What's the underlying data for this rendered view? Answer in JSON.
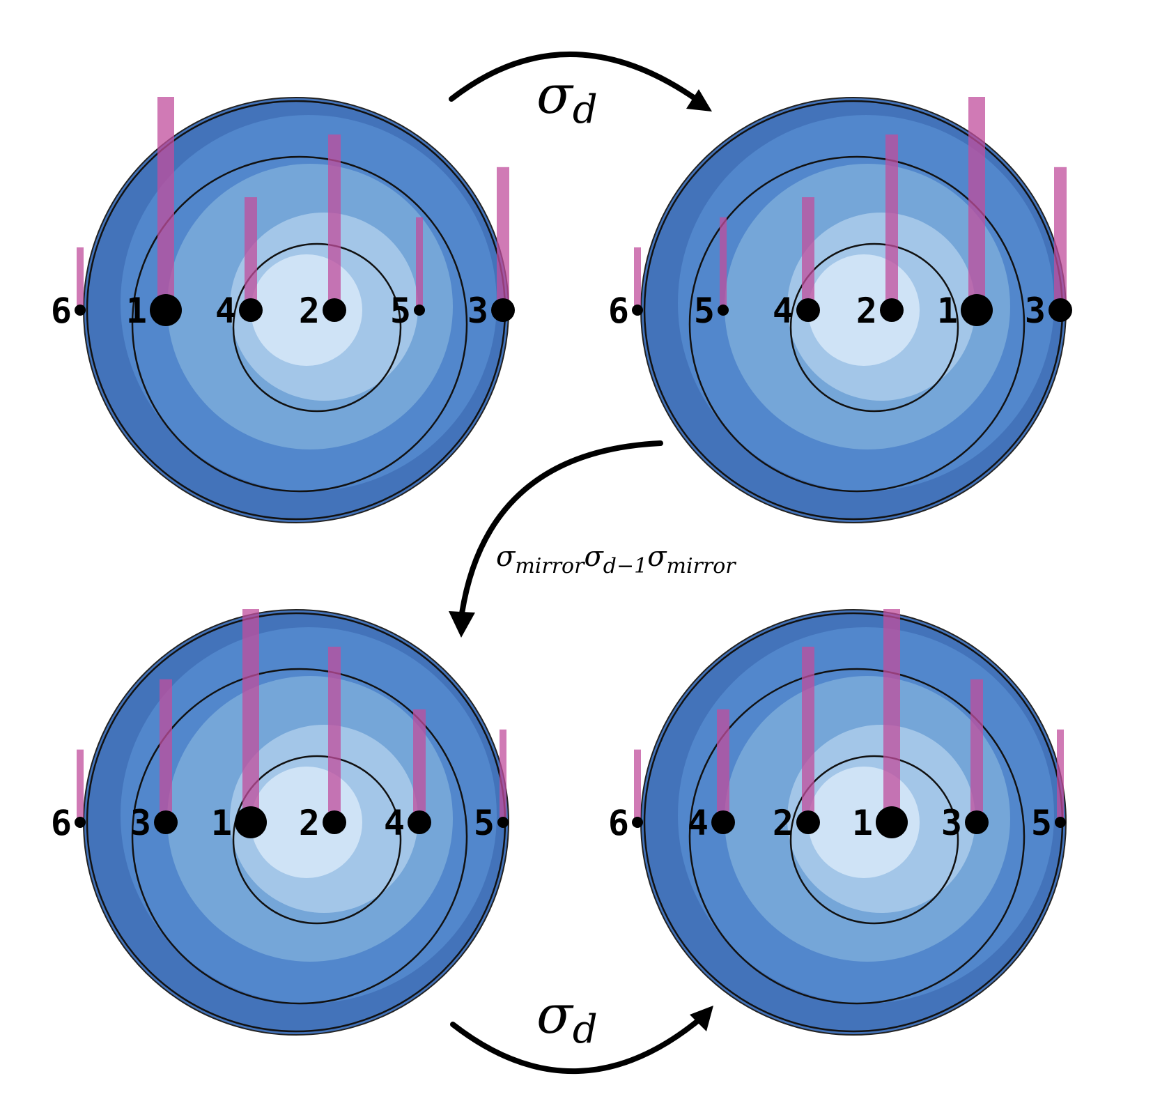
{
  "colors": {
    "background": "#ffffff",
    "disk_ring_outer": "#4373ba",
    "disk_ring_middle": "#5287cc",
    "disk_ring_inner": "#75a6d8",
    "disk_center": "#cfe3f6",
    "bar": "#c04e9c",
    "ink": "#000000"
  },
  "transforms": {
    "top": {
      "symbol": "σ",
      "subscript": "d"
    },
    "middle": {
      "terms": [
        {
          "symbol": "σ",
          "subscript": "mirror"
        },
        {
          "symbol": "σ",
          "subscript": "d−1"
        },
        {
          "symbol": "σ",
          "subscript": "mirror"
        }
      ]
    },
    "bottom": {
      "symbol": "σ",
      "subscript": "d"
    }
  },
  "panels": [
    {
      "id": "top-left",
      "points": [
        {
          "label": "6",
          "dot": "small",
          "bar_level": 0.25
        },
        {
          "label": "1",
          "dot": "large",
          "bar_level": 0.85
        },
        {
          "label": "4",
          "dot": "medium",
          "bar_level": 0.45
        },
        {
          "label": "2",
          "dot": "medium",
          "bar_level": 0.7
        },
        {
          "label": "5",
          "dot": "small",
          "bar_level": 0.37
        },
        {
          "label": "3",
          "dot": "medium",
          "bar_level": 0.57
        }
      ]
    },
    {
      "id": "top-right",
      "points": [
        {
          "label": "6",
          "dot": "small",
          "bar_level": 0.25
        },
        {
          "label": "5",
          "dot": "small",
          "bar_level": 0.37
        },
        {
          "label": "4",
          "dot": "medium",
          "bar_level": 0.45
        },
        {
          "label": "2",
          "dot": "medium",
          "bar_level": 0.7
        },
        {
          "label": "1",
          "dot": "large",
          "bar_level": 0.85
        },
        {
          "label": "3",
          "dot": "medium",
          "bar_level": 0.57
        }
      ]
    },
    {
      "id": "bottom-left",
      "points": [
        {
          "label": "6",
          "dot": "small",
          "bar_level": 0.29
        },
        {
          "label": "3",
          "dot": "medium",
          "bar_level": 0.57
        },
        {
          "label": "1",
          "dot": "large",
          "bar_level": 0.85
        },
        {
          "label": "2",
          "dot": "medium",
          "bar_level": 0.7
        },
        {
          "label": "4",
          "dot": "medium",
          "bar_level": 0.45
        },
        {
          "label": "5",
          "dot": "small",
          "bar_level": 0.37
        }
      ]
    },
    {
      "id": "bottom-right",
      "points": [
        {
          "label": "6",
          "dot": "small",
          "bar_level": 0.29
        },
        {
          "label": "4",
          "dot": "medium",
          "bar_level": 0.45
        },
        {
          "label": "2",
          "dot": "medium",
          "bar_level": 0.7
        },
        {
          "label": "1",
          "dot": "large",
          "bar_level": 0.85
        },
        {
          "label": "3",
          "dot": "medium",
          "bar_level": 0.57
        },
        {
          "label": "5",
          "dot": "small",
          "bar_level": 0.37
        }
      ]
    }
  ]
}
